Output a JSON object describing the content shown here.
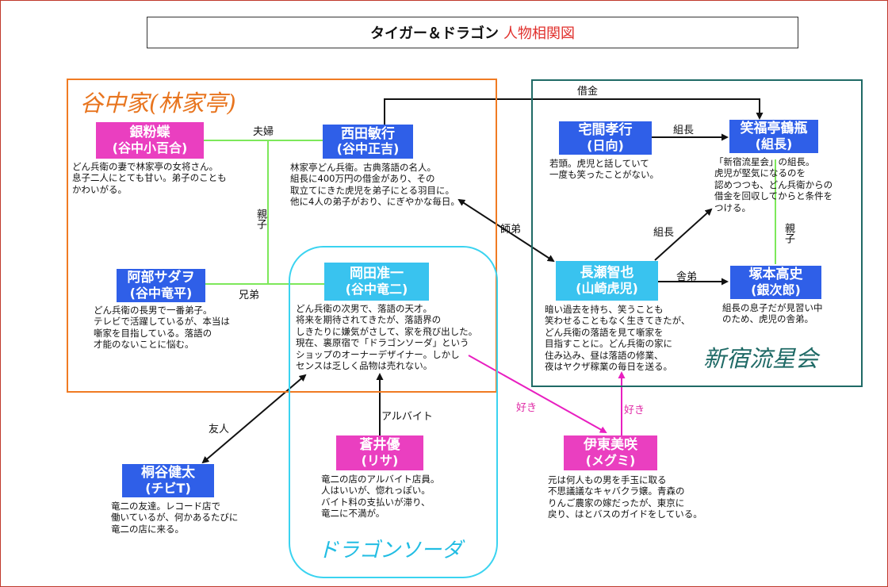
{
  "title": {
    "main": "タイガー＆ドラゴン",
    "sub": "人物相関図"
  },
  "groups": {
    "yanaka": "谷中家(林家亭)",
    "shinjuku": "新宿流星会",
    "dragon": "ドラゴンソーダ"
  },
  "colors": {
    "blue": "#2f5fe8",
    "pink": "#ea3fc0",
    "cyan": "#39c3ef",
    "green": "#7de85a",
    "black": "#111111",
    "magenta": "#e81fc0"
  },
  "people": {
    "ginkocho": {
      "name": "銀粉蝶",
      "alias": "(谷中小百合)",
      "desc": [
        "どん兵衛の妻で林家亭の女将さん。",
        "息子二人にとても甘い。弟子のことも",
        "かわいがる。"
      ]
    },
    "nishida": {
      "name": "西田敏行",
      "alias": "(谷中正吉)",
      "desc": [
        "林家亭どん兵衛。古典落語の名人。",
        "組長に400万円の借金があり、その",
        "取立てにきた虎児を弟子にとる羽目に。",
        "他に4人の弟子がおり、にぎやかな毎日。"
      ]
    },
    "abe": {
      "name": "阿部サダヲ",
      "alias": "(谷中竜平)",
      "desc": [
        "どん兵衛の長男で一番弟子。",
        "テレビで活躍しているが、本当は",
        "噺家を目指している。落語の",
        "才能のないことに悩む。"
      ]
    },
    "okada": {
      "name": "岡田准一",
      "alias": "(谷中竜二)",
      "desc": [
        "どん兵衛の次男で、落語の天才。",
        "将来を期待されてきたが、落語界の",
        "しきたりに嫌気がさして、家を飛び出した。",
        "現在、裏原宿で「ドラゴンソーダ」という",
        "ショップのオーナーデザイナー。しかし",
        "センスは乏しく品物は売れない。"
      ]
    },
    "takuma": {
      "name": "宅間孝行",
      "alias": "(日向)",
      "desc": [
        "若頭。虎児と話していて",
        "一度も笑ったことがない。"
      ]
    },
    "shofukutei": {
      "name": "笑福亭鶴瓶",
      "alias": "(組長)",
      "desc": [
        "「新宿流星会」の組長。",
        "虎児が堅気になるのを",
        "認めつつも、どん兵衛からの",
        "借金を回収してからと条件を",
        "つける。"
      ]
    },
    "nagase": {
      "name": "長瀬智也",
      "alias": "(山崎虎児)",
      "desc": [
        "暗い過去を持ち、笑うことも",
        "笑わせることもなく生きてきたが、",
        "どん兵衛の落語を見て噺家を",
        "目指すことに。どん兵衛の家に",
        "住み込み、昼は落語の修業、",
        "夜はヤクザ稼業の毎日を送る。"
      ]
    },
    "tsukamoto": {
      "name": "塚本高史",
      "alias": "(銀次郎)",
      "desc": [
        "組長の息子だが見習い中",
        "のため、虎児の舎弟。"
      ]
    },
    "aoi": {
      "name": "蒼井優",
      "alias": "(リサ)",
      "desc": [
        "竜二の店のアルバイト店員。",
        "人はいいが、惚れっぽい。",
        "バイト料の支払いが滞り、",
        "竜二に不満が。"
      ]
    },
    "kiritani": {
      "name": "桐谷健太",
      "alias": "(チビT)",
      "desc": [
        "竜二の友達。レコード店で",
        "働いているが、何かあるたびに",
        "竜二の店に来る。"
      ]
    },
    "ito": {
      "name": "伊東美咲",
      "alias": "(メグミ)",
      "desc": [
        "元は何人もの男を手玉に取る",
        "不思議議なキャバクラ嬢。青森の",
        "りんご農家の嫁だったが、東京に",
        "戻り、はとバスのガイドをしている。"
      ]
    }
  },
  "relations": {
    "fuufu": "夫婦",
    "oyako1": "親子",
    "kyoudai": "兄弟",
    "shitei": "師弟",
    "shakkin": "借金",
    "kumichou1": "組長",
    "kumichou2": "組長",
    "oyako2": "親子",
    "shatei": "舎弟",
    "yuujin": "友人",
    "arubaito": "アルバイト",
    "suki1": "好き",
    "suki2": "好き"
  }
}
